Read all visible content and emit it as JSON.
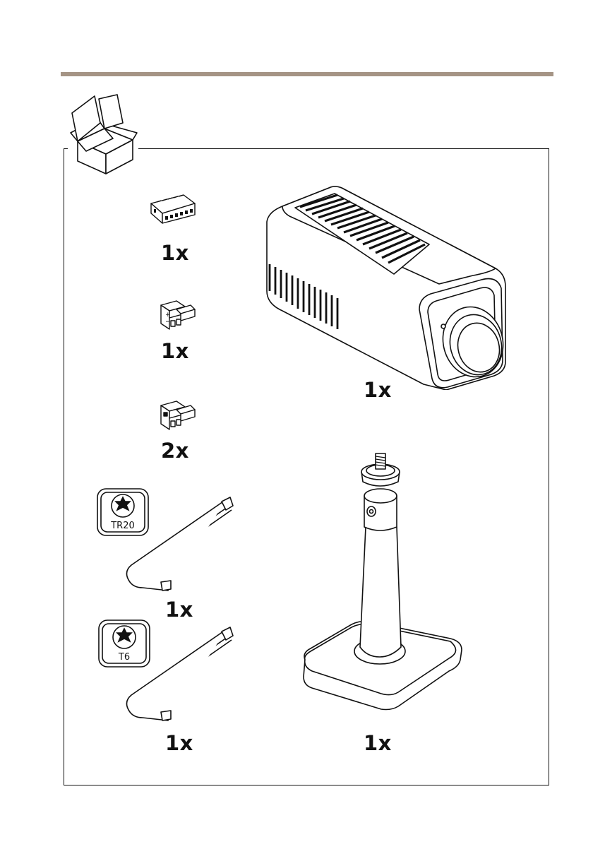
{
  "colors": {
    "rule": "#a59485",
    "ink": "#111111"
  },
  "icons": {
    "package": "open-box-icon",
    "terminal_block_6pin": "terminal-block-6pin-icon",
    "terminal_block_2pin_power": "terminal-block-2pin-icon",
    "terminal_block_2pin": "terminal-block-2pin-icon",
    "camera": "box-camera-icon",
    "stand": "camera-stand-icon",
    "key_tr20": "l-key-icon",
    "key_t6": "l-key-icon"
  },
  "items": {
    "connector_6pin": {
      "qty": "1x"
    },
    "connector_power": {
      "qty": "1x"
    },
    "connector_2pin": {
      "qty": "2x"
    },
    "camera": {
      "qty": "1x"
    },
    "key_tr20": {
      "qty": "1x",
      "badge": "TR20"
    },
    "key_t6": {
      "qty": "1x",
      "badge": "T6"
    },
    "stand": {
      "qty": "1x"
    }
  }
}
